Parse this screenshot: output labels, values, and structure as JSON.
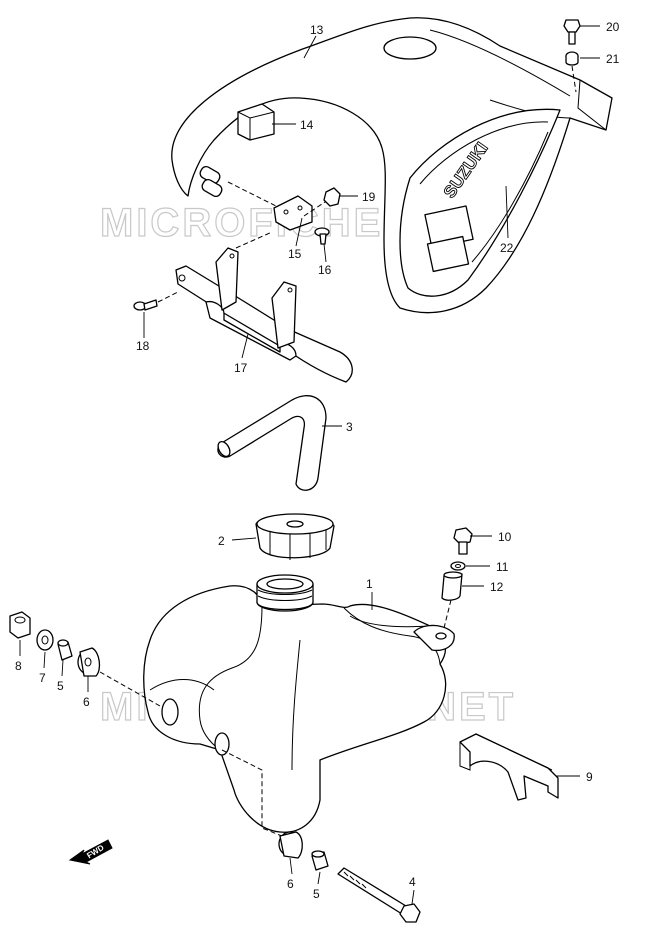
{
  "watermark": "MICROFICHES.NET",
  "brand_decal": "SUZUKI",
  "direction_marker": "FWD",
  "callouts": [
    {
      "id": "1"
    },
    {
      "id": "2"
    },
    {
      "id": "3"
    },
    {
      "id": "4"
    },
    {
      "id": "5a"
    },
    {
      "id": "5b"
    },
    {
      "id": "6a"
    },
    {
      "id": "6b"
    },
    {
      "id": "7"
    },
    {
      "id": "8"
    },
    {
      "id": "9"
    },
    {
      "id": "10"
    },
    {
      "id": "11"
    },
    {
      "id": "12"
    },
    {
      "id": "13"
    },
    {
      "id": "14"
    },
    {
      "id": "15"
    },
    {
      "id": "16"
    },
    {
      "id": "17"
    },
    {
      "id": "18"
    },
    {
      "id": "19"
    },
    {
      "id": "20"
    },
    {
      "id": "21"
    },
    {
      "id": "22"
    }
  ],
  "labels": {
    "1": "1",
    "2": "2",
    "3": "3",
    "4": "4",
    "5a": "5",
    "5b": "5",
    "6a": "6",
    "6b": "6",
    "7": "7",
    "8": "8",
    "9": "9",
    "10": "10",
    "11": "11",
    "12": "12",
    "13": "13",
    "14": "14",
    "15": "15",
    "16": "16",
    "17": "17",
    "18": "18",
    "19": "19",
    "20": "20",
    "21": "21",
    "22": "22"
  }
}
